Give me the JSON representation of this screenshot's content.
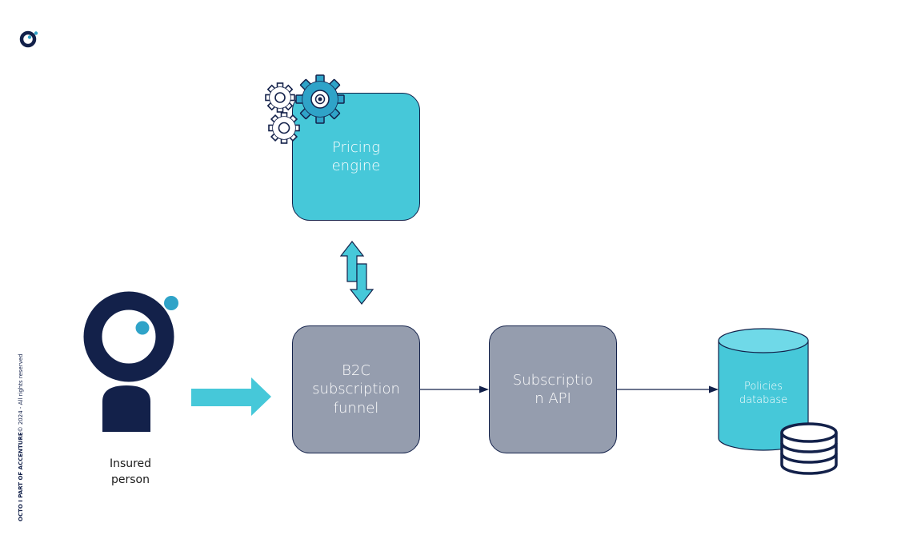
{
  "colors": {
    "navy": "#13214a",
    "teal": "#46c8d9",
    "teal_light": "#6fd9e8",
    "grey_box": "#959dae",
    "accent_blue": "#2fa3c8"
  },
  "nodes": {
    "pricing_engine": "Pricing\nengine",
    "b2c_funnel": "B2C\nsubscription\nfunnel",
    "subscription_api": "Subscriptio\nn API",
    "policies_db": "Policies\ndatabase",
    "insured_person": "Insured\nperson"
  },
  "footer": {
    "brand": "OCTO I PART OF ACCENTURE",
    "rights": "© 2024 - All rights reserved"
  },
  "icons": [
    "octo-logo-icon",
    "gears-icon",
    "database-stack-icon",
    "person-icon"
  ]
}
